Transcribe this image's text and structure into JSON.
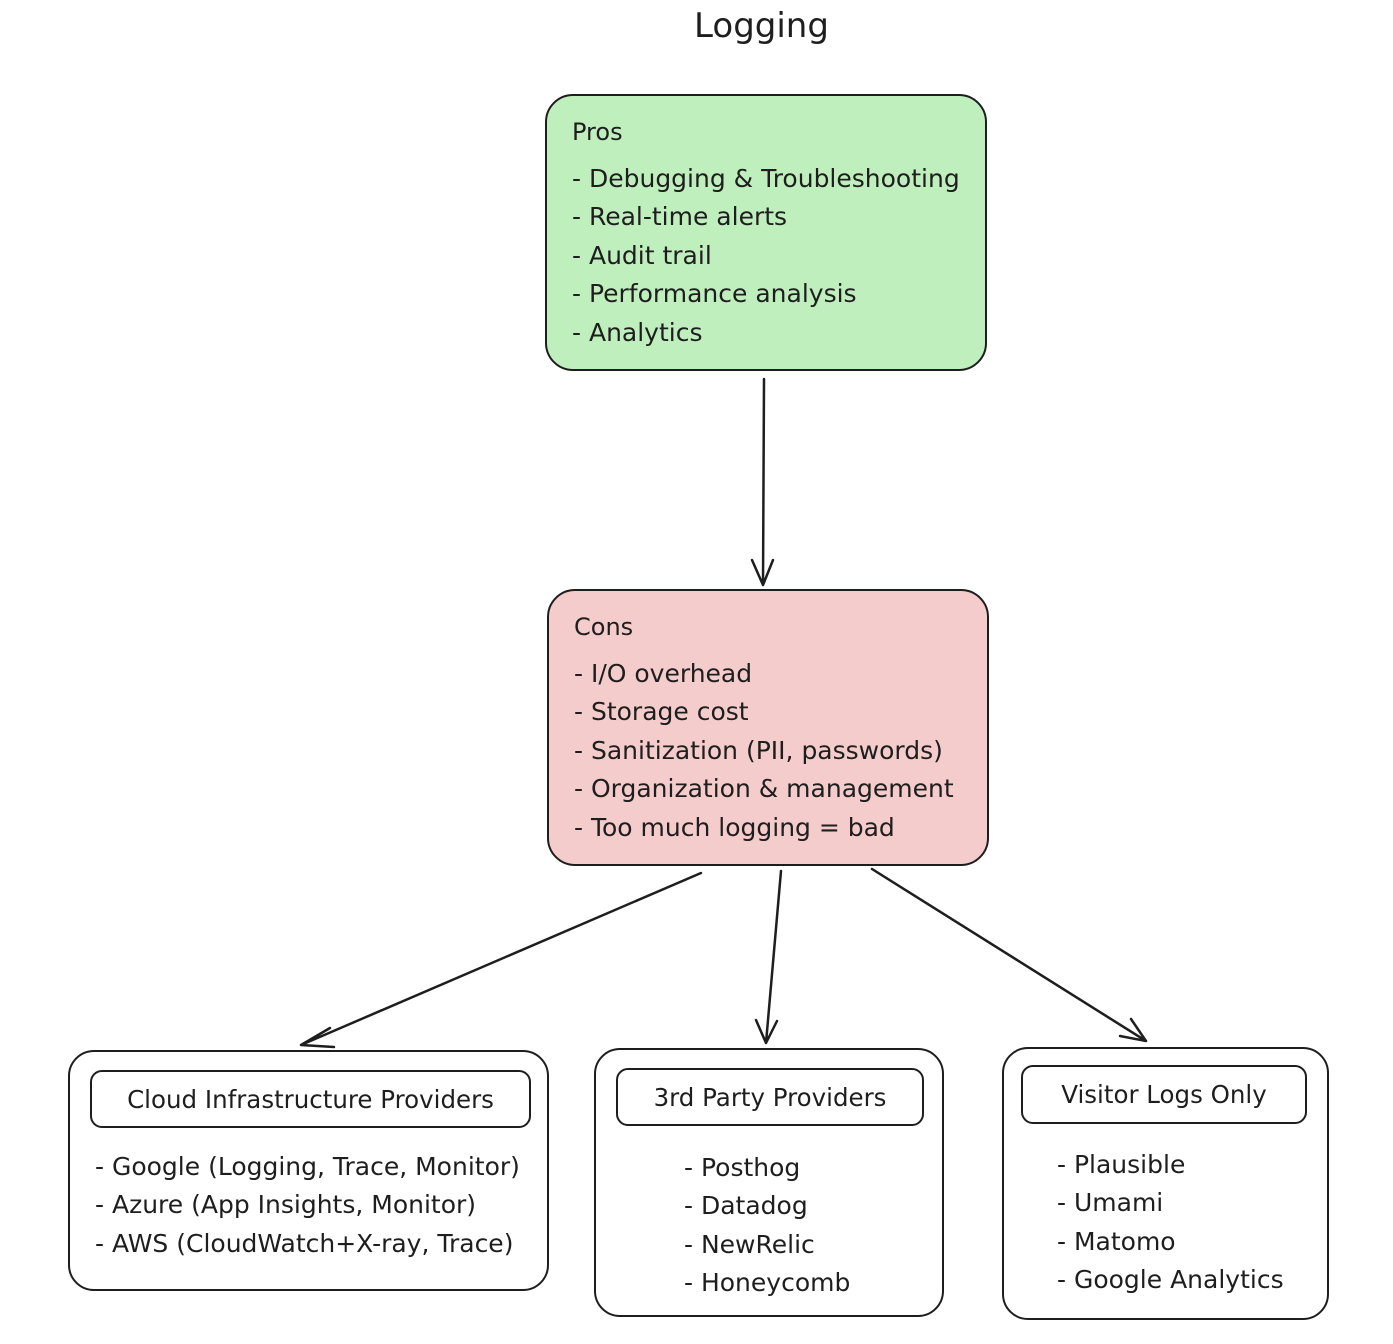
{
  "title": "Logging",
  "pros": {
    "heading": "Pros",
    "items": [
      "- Debugging & Troubleshooting",
      "- Real-time alerts",
      "- Audit trail",
      "- Performance analysis",
      "- Analytics"
    ]
  },
  "cons": {
    "heading": "Cons",
    "items": [
      "- I/O overhead",
      "- Storage cost",
      "- Sanitization (PII, passwords)",
      "- Organization & management",
      "- Too much logging = bad"
    ]
  },
  "categories": [
    {
      "label": "Cloud Infrastructure Providers",
      "items": [
        "- Google (Logging, Trace, Monitor)",
        "- Azure (App Insights, Monitor)",
        "- AWS (CloudWatch+X-ray, Trace)"
      ]
    },
    {
      "label": "3rd Party Providers",
      "items": [
        "- Posthog",
        "- Datadog",
        "- NewRelic",
        "- Honeycomb"
      ]
    },
    {
      "label": "Visitor Logs Only",
      "items": [
        "- Plausible",
        "- Umami",
        "- Matomo",
        "- Google Analytics"
      ]
    }
  ],
  "colors": {
    "pros_fill": "#c0efbe",
    "cons_fill": "#f4cccb",
    "stroke": "#1e1e1e"
  }
}
